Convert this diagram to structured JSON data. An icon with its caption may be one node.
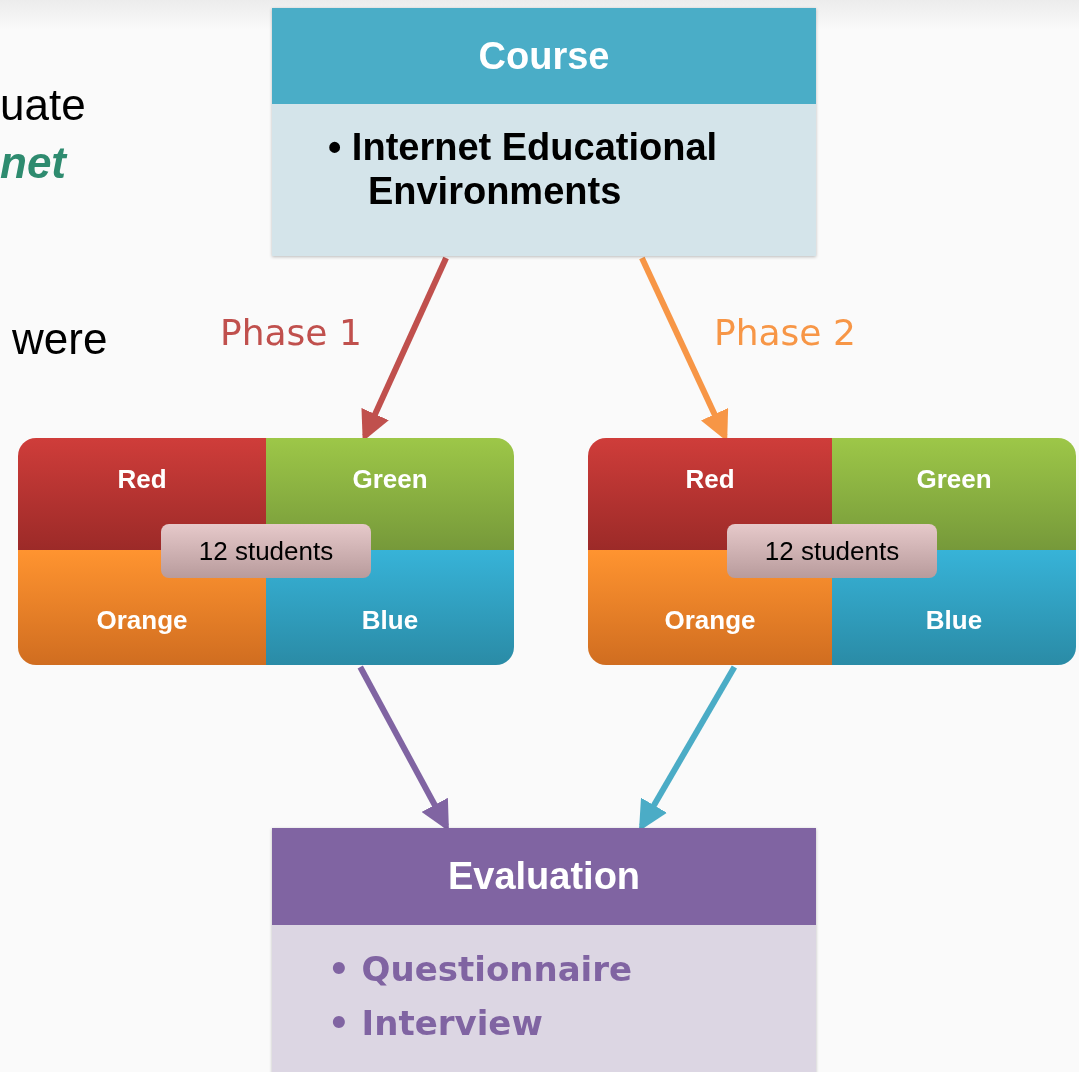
{
  "diagram": {
    "nodes": [
      {
        "text": [
          "Course",
          "• Internet Educational Environments"
        ]
      },
      {
        "text": [],
        "shape": "box"
      },
      {
        "text": [
          "Red"
        ],
        "in": 1
      },
      {
        "text": [
          "Green"
        ],
        "in": 1
      },
      {
        "text": [
          "Orange"
        ],
        "in": 1
      },
      {
        "text": [
          "Blue"
        ],
        "in": 1
      },
      {
        "text": [
          "12 students"
        ],
        "in": 1
      },
      {
        "text": [],
        "shape": "box"
      },
      {
        "text": [
          "Red"
        ],
        "in": 7
      },
      {
        "text": [
          "Green"
        ],
        "in": 7
      },
      {
        "text": [
          "Orange"
        ],
        "in": 7
      },
      {
        "text": [
          "Blue"
        ],
        "in": 7
      },
      {
        "text": [
          "12 students"
        ],
        "in": 7
      },
      {
        "text": [
          "Evaluation",
          "• Questionnaire",
          "• Interview"
        ]
      }
    ],
    "edges": [
      {
        "from": 0,
        "to": 1,
        "arrow": "to",
        "label": "Phase 1",
        "color": "#c0504d"
      },
      {
        "from": 0,
        "to": 7,
        "arrow": "to",
        "label": "Phase 2",
        "color": "#f79646"
      },
      {
        "from": 1,
        "to": 13,
        "arrow": "to",
        "color": "#8064a2"
      },
      {
        "from": 7,
        "to": 13,
        "arrow": "to",
        "color": "#4bacc6"
      }
    ],
    "labels": [
      "uate",
      "net",
      "were"
    ]
  }
}
